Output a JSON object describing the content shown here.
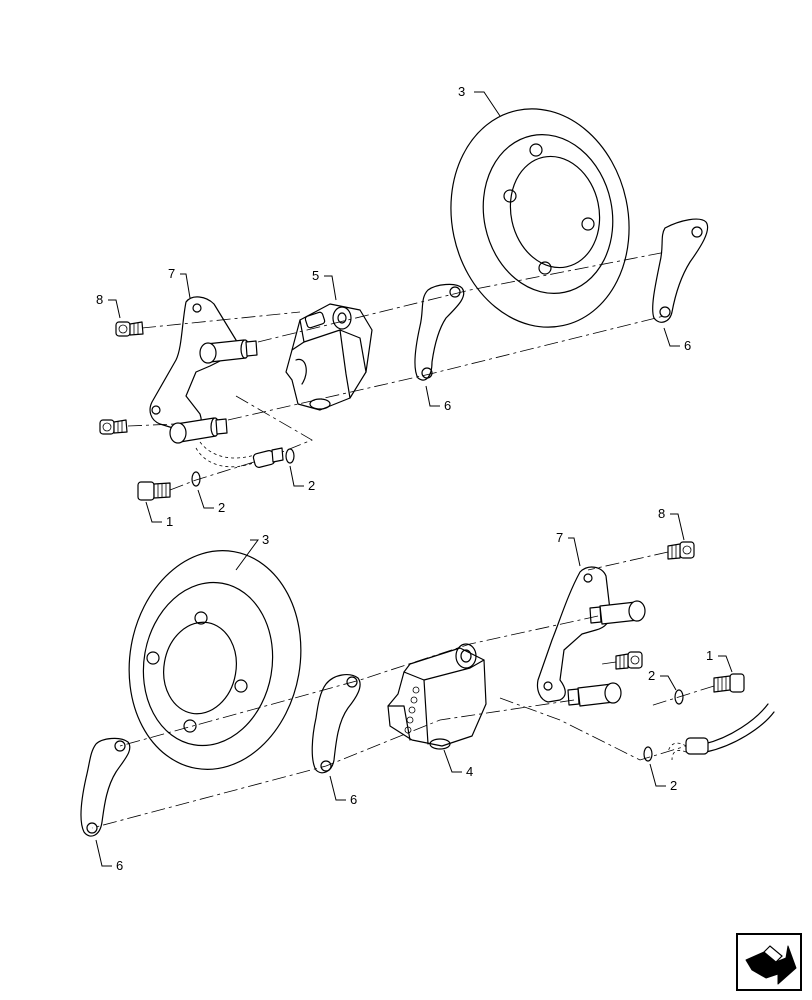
{
  "callouts": [
    "3",
    "7",
    "8",
    "5",
    "6",
    "6",
    "2",
    "2",
    "1",
    "8",
    "3",
    "7",
    "1",
    "2",
    "6",
    "4",
    "2",
    "6"
  ],
  "icons": {
    "nav": "turn-arrow-icon"
  }
}
